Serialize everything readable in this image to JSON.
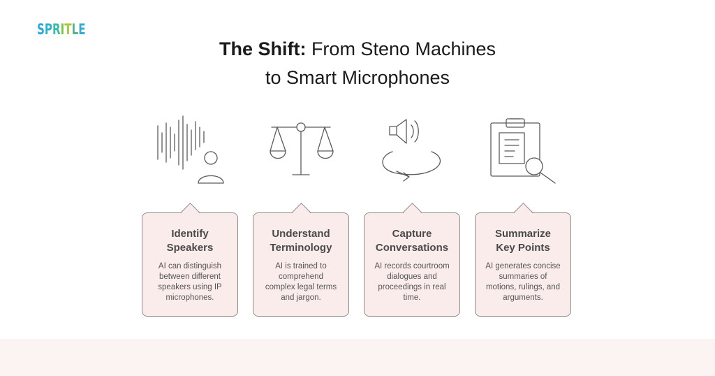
{
  "logo": {
    "letters": [
      {
        "char": "S",
        "color": "#2fa7d8"
      },
      {
        "char": "P",
        "color": "#33b0c9"
      },
      {
        "char": "R",
        "color": "#3dbaa8"
      },
      {
        "char": "I",
        "color": "#7cc04a"
      },
      {
        "char": "T",
        "color": "#a9c93c"
      },
      {
        "char": "L",
        "color": "#5ab28a"
      },
      {
        "char": "E",
        "color": "#3aa9cf"
      }
    ]
  },
  "title": {
    "bold": "The Shift:",
    "rest": " From Steno Machines",
    "line2": "to Smart Microphones"
  },
  "colors": {
    "card_fill": "#fbecec",
    "card_border": "#8f8a8a",
    "icon_stroke": "#5a5a5a",
    "bottom_band": "#fcf4f2"
  },
  "cards": [
    {
      "icon": "speaker-voice-icon",
      "heading_line1": "Identify",
      "heading_line2": "Speakers",
      "body": [
        "AI can distinguish",
        "between different",
        "speakers using IP",
        "microphones."
      ]
    },
    {
      "icon": "scales-of-justice-icon",
      "heading_line1": "Understand",
      "heading_line2": "Terminology",
      "body": [
        "AI is trained to",
        "comprehend",
        "complex legal terms",
        "and jargon."
      ]
    },
    {
      "icon": "loudspeaker-cycle-icon",
      "heading_line1": "Capture",
      "heading_line2": "Conversations",
      "body": [
        "AI records courtroom",
        "dialogues and",
        "proceedings in real",
        "time."
      ]
    },
    {
      "icon": "clipboard-search-icon",
      "heading_line1": "Summarize",
      "heading_line2": "Key Points",
      "body": [
        "AI generates concise",
        "summaries of",
        "motions, rulings, and",
        "arguments."
      ]
    }
  ]
}
